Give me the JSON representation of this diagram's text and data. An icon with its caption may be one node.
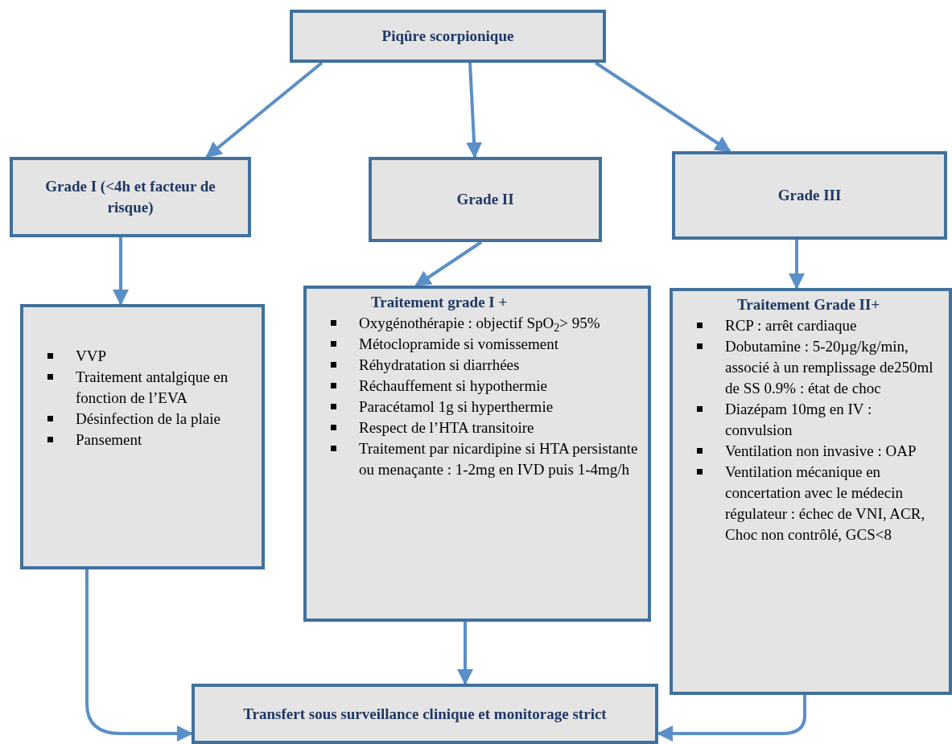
{
  "diagram": {
    "nodes": [
      {
        "text": [
          "Piqûre scorpionique"
        ]
      },
      {
        "text": [
          "Grade I (<4h et facteur de risque)"
        ]
      },
      {
        "text": [
          "Grade II"
        ]
      },
      {
        "text": [
          "Grade III"
        ]
      },
      {
        "text": [
          "VVP",
          "Traitement antalgique en fonction de l’EVA",
          "Désinfection de la plaie",
          "Pansement"
        ]
      },
      {
        "text": [
          "Traitement grade I +",
          "Oxygénothérapie : objectif SpO$_{2}$> 95%",
          "Métoclopramide si vomissement",
          "Réhydratation si diarrhées",
          "Réchauffement si hypothermie",
          "Paracétamol 1g si hyperthermie",
          "Respect de l’HTA transitoire",
          "Traitement par nicardipine si HTA persistante ou menaçante : 1-2mg en IVD puis 1-4mg/h"
        ]
      },
      {
        "text": [
          "Traitement Grade II+",
          "RCP : arrêt cardiaque",
          "Dobutamine : 5-20µg/kg/min, associé à un remplissage de250ml de SS 0.9% : état de choc",
          "Diazépam 10mg en IV : convulsion",
          "Ventilation non invasive : OAP",
          "Ventilation mécanique en concertation avec le médecin régulateur : échec de VNI, ACR, Choc non contrôlé, GCS<8"
        ]
      },
      {
        "text": [
          "Transfert sous surveillance clinique et monitorage strict"
        ]
      }
    ],
    "edges": [
      {
        "from": 0,
        "to": 1,
        "arrow": "to"
      },
      {
        "from": 0,
        "to": 2,
        "arrow": "to"
      },
      {
        "from": 0,
        "to": 3,
        "arrow": "to"
      },
      {
        "from": 1,
        "to": 4,
        "arrow": "to"
      },
      {
        "from": 2,
        "to": 5,
        "arrow": "to"
      },
      {
        "from": 3,
        "to": 6,
        "arrow": "to"
      },
      {
        "from": 4,
        "to": 7,
        "arrow": "to"
      },
      {
        "from": 5,
        "to": 7,
        "arrow": "to"
      },
      {
        "from": 6,
        "to": 7,
        "arrow": "to"
      }
    ]
  }
}
